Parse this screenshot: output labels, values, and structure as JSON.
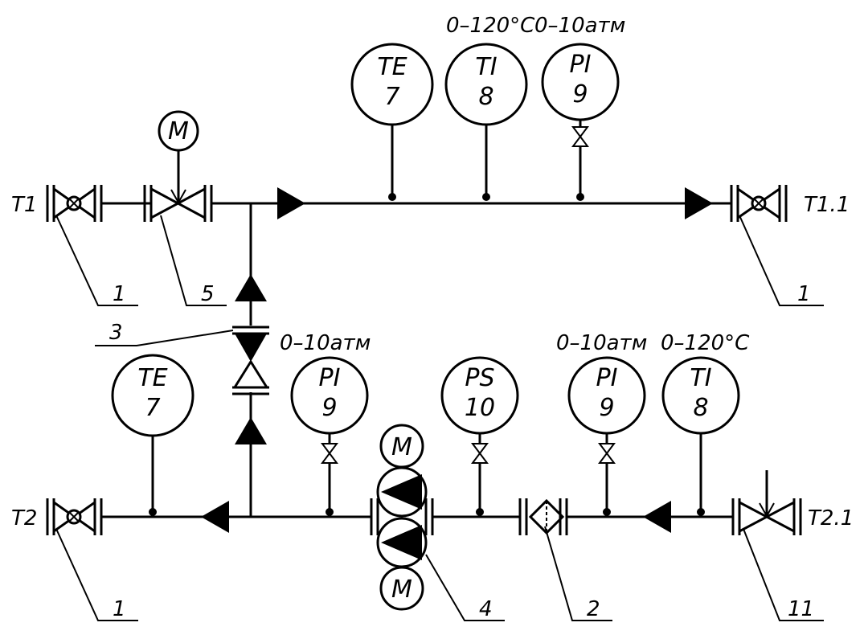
{
  "streams": {
    "t1": "T1",
    "t1_1": "T1.1",
    "t2": "T2",
    "t2_1": "T2.1"
  },
  "instruments": {
    "te_top": {
      "code": "TE",
      "num": "7"
    },
    "ti_top": {
      "code": "TI",
      "num": "8"
    },
    "pi_top": {
      "code": "PI",
      "num": "9"
    },
    "te_bot": {
      "code": "TE",
      "num": "7"
    },
    "pi_bot1": {
      "code": "PI",
      "num": "9"
    },
    "ps_bot": {
      "code": "PS",
      "num": "10"
    },
    "pi_bot2": {
      "code": "PI",
      "num": "9"
    },
    "ti_bot": {
      "code": "TI",
      "num": "8"
    }
  },
  "motors": {
    "valve_motor": "M",
    "pump_motor_top": "M",
    "pump_motor_bottom": "M"
  },
  "ranges": {
    "ti_top": "0–120°C",
    "pi_top": "0–10атм",
    "pi_bot1": "0–10атм",
    "pi_bot2": "0–10атм",
    "ti_bot": "0–120°C"
  },
  "callouts": {
    "c1_left_top": "1",
    "c5": "5",
    "c3": "3",
    "c1_right_top": "1",
    "c1_left_bot": "1",
    "c4": "4",
    "c2": "2",
    "c11": "11"
  }
}
